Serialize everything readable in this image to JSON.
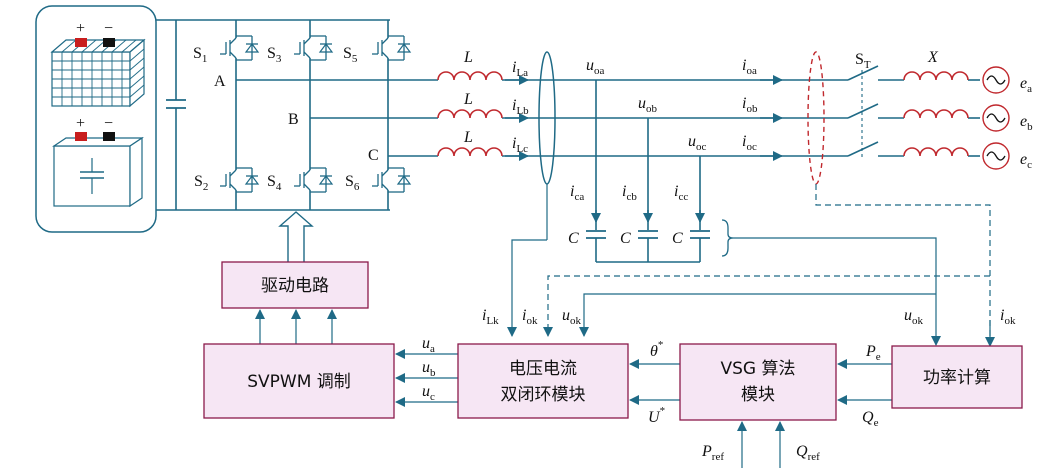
{
  "blocks": {
    "driver": "驱动电路",
    "svpwm": "SVPWM 调制",
    "vc_line1": "电压电流",
    "vc_line2": "双闭环模块",
    "vsg_line1": "VSG 算法",
    "vsg_line2": "模块",
    "power": "功率计算"
  },
  "nodes": {
    "a": "A",
    "b": "B",
    "c": "C"
  },
  "battery": {
    "plus": "+",
    "minus": "−"
  },
  "switches": [
    {
      "main": "S",
      "sub": "1"
    },
    {
      "main": "S",
      "sub": "3"
    },
    {
      "main": "S",
      "sub": "5"
    },
    {
      "main": "S",
      "sub": "2"
    },
    {
      "main": "S",
      "sub": "4"
    },
    {
      "main": "S",
      "sub": "6"
    }
  ],
  "inductor": "L",
  "line_reactance": "X",
  "breaker": {
    "main": "S",
    "sub": "T"
  },
  "filter_cap": "C",
  "currents_L": [
    {
      "main": "i",
      "sub": "La"
    },
    {
      "main": "i",
      "sub": "Lb"
    },
    {
      "main": "i",
      "sub": "Lc"
    }
  ],
  "voltages_o": [
    {
      "main": "u",
      "sub": "oa"
    },
    {
      "main": "u",
      "sub": "ob"
    },
    {
      "main": "u",
      "sub": "oc"
    }
  ],
  "currents_o": [
    {
      "main": "i",
      "sub": "oa"
    },
    {
      "main": "i",
      "sub": "ob"
    },
    {
      "main": "i",
      "sub": "oc"
    }
  ],
  "currents_c": [
    {
      "main": "i",
      "sub": "ca"
    },
    {
      "main": "i",
      "sub": "cb"
    },
    {
      "main": "i",
      "sub": "cc"
    }
  ],
  "grid_sources": [
    {
      "main": "e",
      "sub": "a"
    },
    {
      "main": "e",
      "sub": "b"
    },
    {
      "main": "e",
      "sub": "c"
    }
  ],
  "signals": {
    "iLk": {
      "main": "i",
      "sub": "Lk"
    },
    "iok": {
      "main": "i",
      "sub": "ok"
    },
    "uok": {
      "main": "u",
      "sub": "ok"
    },
    "uok_r": {
      "main": "u",
      "sub": "ok"
    },
    "iok_r": {
      "main": "i",
      "sub": "ok"
    },
    "ua": {
      "main": "u",
      "sub": "a"
    },
    "ub": {
      "main": "u",
      "sub": "b"
    },
    "uc": {
      "main": "u",
      "sub": "c"
    },
    "theta": {
      "main": "θ",
      "sup": "*"
    },
    "U": {
      "main": "U",
      "sup": "*"
    },
    "Pe": {
      "main": "P",
      "sub": "e"
    },
    "Qe": {
      "main": "Q",
      "sub": "e"
    },
    "Pref": {
      "main": "P",
      "sub": "ref"
    },
    "Qref": {
      "main": "Q",
      "sub": "ref"
    }
  },
  "colors": {
    "wire": "#1f6a86",
    "coil": "#c0282d",
    "block_fill": "#f6e6f4",
    "block_border": "#8b1a4a",
    "battery_red": "#c81e1e",
    "battery_black": "#111111"
  }
}
